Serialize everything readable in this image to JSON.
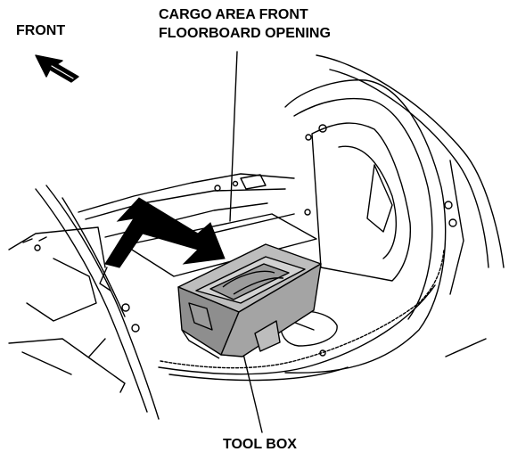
{
  "labels": {
    "front": "FRONT",
    "cargo_line1": "CARGO AREA FRONT",
    "cargo_line2": "FLOORBOARD OPENING",
    "tool_box": "TOOL BOX"
  },
  "colors": {
    "ink": "#000000",
    "box_fill": "#b8b8b8",
    "box_shade": "#8e8e8e",
    "arrow_fill": "#000000",
    "paper": "#ffffff"
  }
}
